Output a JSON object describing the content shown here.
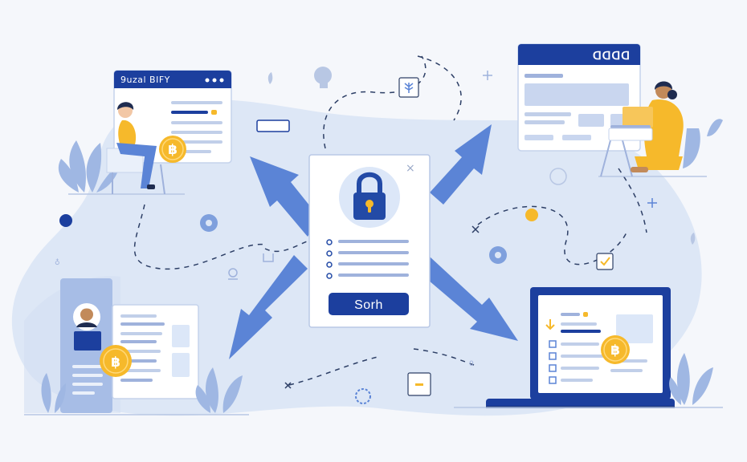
{
  "login_card": {
    "button_label": "Sorh",
    "close_glyph": "×"
  },
  "browser_left": {
    "title": "9uzal BIFY"
  },
  "browser_right": {
    "title": "ᗡᗡᗡᗡ"
  },
  "coins": {
    "symbol": "฿"
  },
  "icons": [
    "lock-icon",
    "gear-icon",
    "coin-icon",
    "close-icon",
    "plus-icon",
    "leaf-icon",
    "check-icon",
    "face-icon",
    "laptop-icon"
  ],
  "colors": {
    "background": "#f5f7fb",
    "blob": "#dde7f6",
    "arrow": "#5b84d6",
    "navy": "#1c3f9e",
    "coin": "#f6b92b",
    "lock": "#234aa6"
  }
}
